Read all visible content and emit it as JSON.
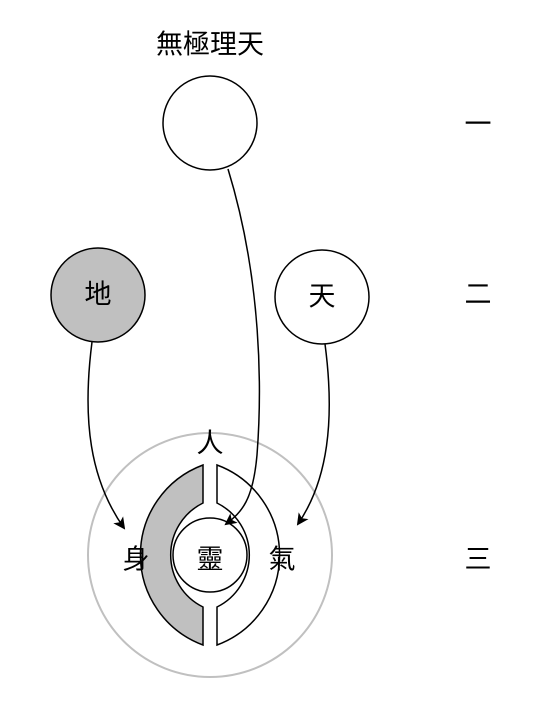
{
  "title": "無極理天",
  "nodes": {
    "wuji": {
      "label": ""
    },
    "earth": {
      "label": "地"
    },
    "heaven": {
      "label": "天"
    },
    "human": {
      "label": "人"
    },
    "body": {
      "label": "身"
    },
    "spirit": {
      "label": "靈"
    },
    "qi": {
      "label": "氣"
    }
  },
  "levels": [
    "一",
    "二",
    "三"
  ],
  "colors": {
    "stroke": "#000000",
    "earth_fill": "#c0c0c0",
    "body_fill": "#c0c0c0",
    "outer_ring": "#c0c0c0",
    "background": "#ffffff"
  }
}
